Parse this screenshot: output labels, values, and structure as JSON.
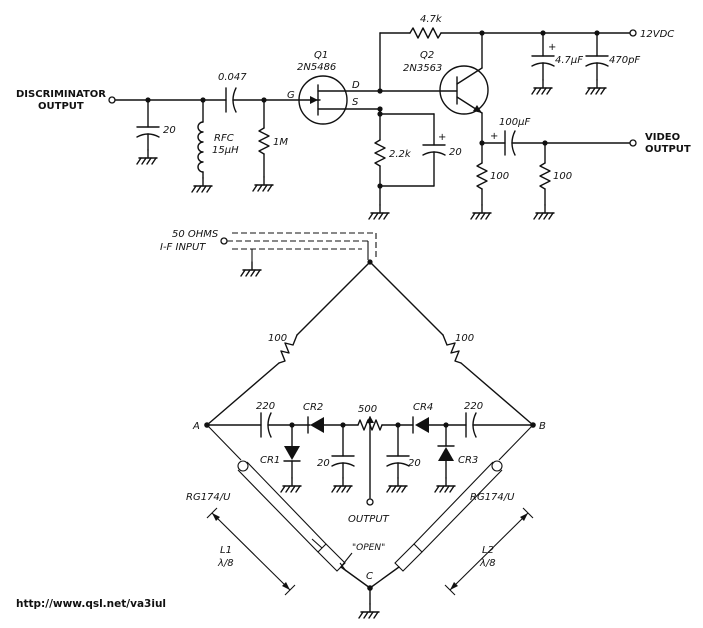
{
  "top_circuit": {
    "discriminator_label_1": "DISCRIMINATOR",
    "discriminator_label_2": "OUTPUT",
    "c_20": "20",
    "rfc_1": "RFC",
    "rfc_2": "15µH",
    "c_coupling": "0.047",
    "r_1m": "1M",
    "q1_name": "Q1",
    "q1_part": "2N5486",
    "gate": "G",
    "drain": "D",
    "source": "S",
    "r_4k7": "4.7k",
    "q2_name": "Q2",
    "q2_part": "2N3563",
    "c_4u7": "4.7µF",
    "c_470p": "470pF",
    "supply": "12VDC",
    "r_2k2": "2.2k",
    "c_src": "20",
    "c_100u": "100µF",
    "r_100a": "100",
    "r_100b": "100",
    "video_1": "VIDEO",
    "video_2": "OUTPUT",
    "plus_a": "+",
    "plus_b": "+",
    "plus_c": "+"
  },
  "bridge": {
    "input_1": "50 OHMS",
    "input_2": "I-F INPUT",
    "r_left": "100",
    "r_right": "100",
    "node_a": "A",
    "node_b": "B",
    "node_c": "C",
    "c_220_left": "220",
    "c_220_right": "220",
    "cr1": "CR1",
    "cr2": "CR2",
    "cr3": "CR3",
    "cr4": "CR4",
    "pot_500": "500",
    "c_20_left": "20",
    "c_20_right": "20",
    "output": "OUTPUT",
    "rg174_left": "RG174/U",
    "rg174_right": "RG174/U",
    "l1": "L1",
    "l1_len": "λ/8",
    "l2": "L2",
    "l2_len": "λ/8",
    "open": "\"OPEN\""
  },
  "footer": {
    "url": "http://www.qsl.net/va3iul"
  }
}
